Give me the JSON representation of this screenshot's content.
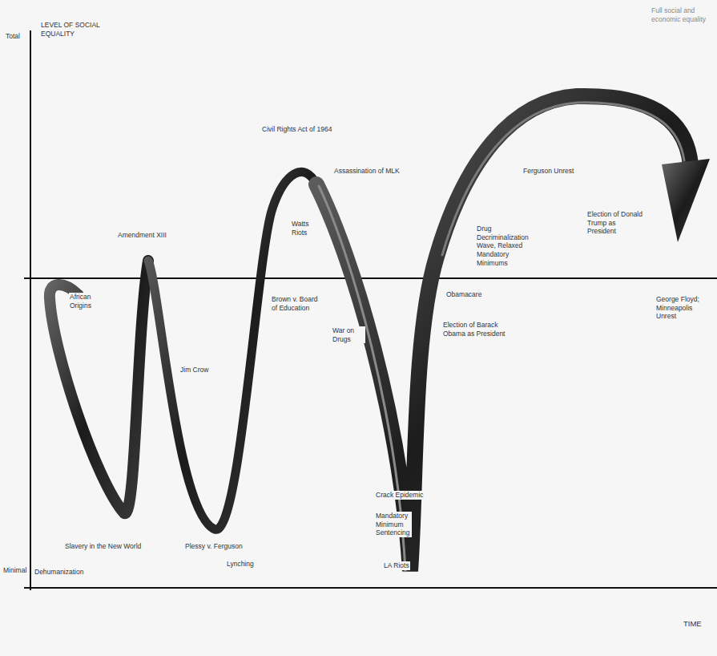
{
  "diagram": {
    "labels": [
      "Total",
      "LEVEL OF SOCIAL EQUALITY",
      "Full social and economic equality",
      "Civil Rights Act of 1964",
      "Assassination of MLK",
      "Ferguson Unrest",
      "Election of Donald Trump as President",
      "Amendment XIII",
      "Watts Riots",
      "Drug Decriminalization Wave, Relaxed Mandatory Minimums",
      "African Origins",
      "Obamacare",
      "Election of Barack Obama as President",
      "George Floyd; Minneapolis Unrest",
      "Brown v. Board of Education",
      "Jim Crow",
      "War on Drugs",
      "Crack Epidemic",
      "Mandatory Minimum Sentencing",
      "LA Riots",
      "Slavery in the New World",
      "Plessy v. Ferguson",
      "Lynching",
      "Minimal",
      "Dehumanization",
      "TIME"
    ]
  }
}
